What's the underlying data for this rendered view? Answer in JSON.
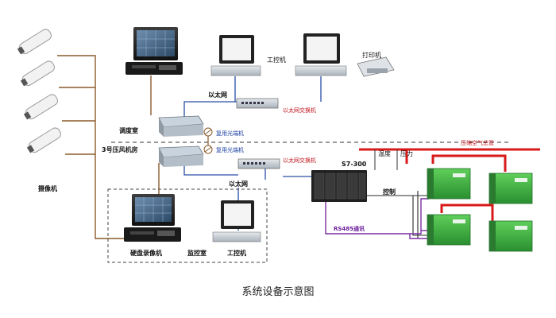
{
  "labels": {
    "camera": "摄像机",
    "control_room": "调度室",
    "compressor_room": "3号压风机房",
    "ethernet_top": "以太网",
    "ethernet_bottom": "以太网",
    "ethernet_switch_top": "以太网交换机",
    "ethernet_switch_bottom": "以太网交换机",
    "fiber_top": "复用光端机",
    "fiber_bottom": "复用光端机",
    "industrial_pc_top": "工控机",
    "industrial_pc_bottom": "工控机",
    "printer": "打印机",
    "plc": "S7-300",
    "temperature": "温度",
    "pressure": "压力",
    "main_air_pipe": "压缩空气总管",
    "control": "控制",
    "rs485": "RS485通讯",
    "dvr": "硬盘录像机",
    "monitor_room": "监控室"
  },
  "caption": "系统设备示意图",
  "colors": {
    "ethernet": "#2a4fa8",
    "video_cable": "#8b5a2b",
    "air_pipe": "#d91a1a",
    "rs485": "#7b2fa3",
    "compressor": "#3cae43"
  }
}
